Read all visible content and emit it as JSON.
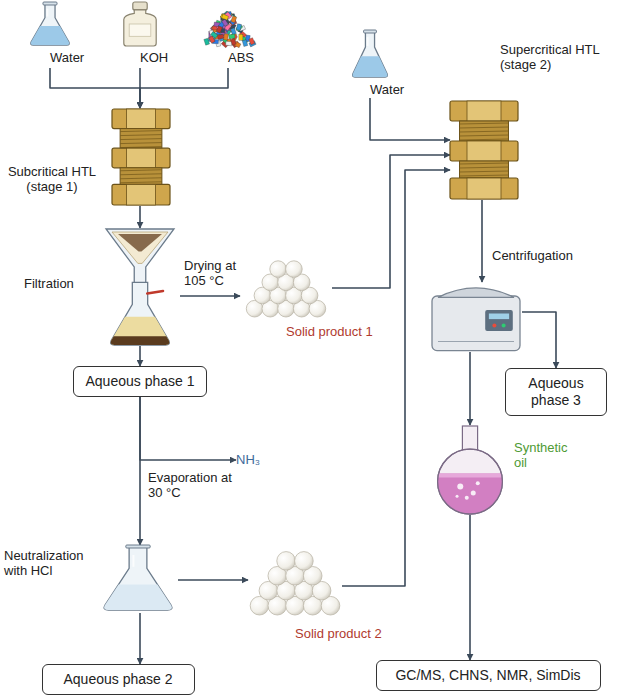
{
  "diagram": {
    "nodes": [
      {
        "text": [
          "Water"
        ]
      },
      {
        "text": [
          "KOH"
        ]
      },
      {
        "text": [
          "ABS"
        ]
      },
      {
        "text": [
          "Subcritical HTL (stage 1)"
        ]
      },
      {
        "text": [
          "Filtration"
        ]
      },
      {
        "text": [
          "Solid product 1"
        ]
      },
      {
        "text": [
          "Aqueous phase 1"
        ]
      },
      {
        "text": [
          "NH₃"
        ]
      },
      {
        "text": [
          "Neutralization with HCl"
        ]
      },
      {
        "text": [
          "Solid product 2"
        ]
      },
      {
        "text": [
          "Aqueous phase 2"
        ]
      },
      {
        "text": [
          "Water"
        ]
      },
      {
        "text": [
          "Supercritical HTL (stage 2)"
        ]
      },
      {
        "text": [
          "Centrifugation"
        ]
      },
      {
        "text": [
          "Aqueous phase 3"
        ]
      },
      {
        "text": [
          "Synthetic oil"
        ]
      },
      {
        "text": [
          "GC/MS, CHNS, NMR, SimDis"
        ]
      }
    ],
    "edges": [
      {
        "from": 0,
        "to": 3,
        "arrow": "to"
      },
      {
        "from": 1,
        "to": 3,
        "arrow": "to"
      },
      {
        "from": 2,
        "to": 3,
        "arrow": "to"
      },
      {
        "from": 3,
        "to": 4,
        "arrow": "to"
      },
      {
        "from": 4,
        "to": 5,
        "label": "Drying at 105 °C",
        "arrow": "to"
      },
      {
        "from": 4,
        "to": 6,
        "arrow": "to"
      },
      {
        "from": 6,
        "to": 7,
        "arrow": "to"
      },
      {
        "from": 6,
        "to": 8,
        "label": "Evaporation at 30 °C",
        "arrow": "to"
      },
      {
        "from": 8,
        "to": 9,
        "arrow": "to"
      },
      {
        "from": 8,
        "to": 10,
        "arrow": "to"
      },
      {
        "from": 11,
        "to": 12,
        "arrow": "to"
      },
      {
        "from": 5,
        "to": 12,
        "arrow": "to"
      },
      {
        "from": 9,
        "to": 12,
        "arrow": "to"
      },
      {
        "from": 12,
        "to": 13,
        "arrow": "to"
      },
      {
        "from": 13,
        "to": 14,
        "arrow": "to"
      },
      {
        "from": 13,
        "to": 15,
        "arrow": "to"
      },
      {
        "from": 15,
        "to": 16,
        "arrow": "to"
      }
    ]
  }
}
